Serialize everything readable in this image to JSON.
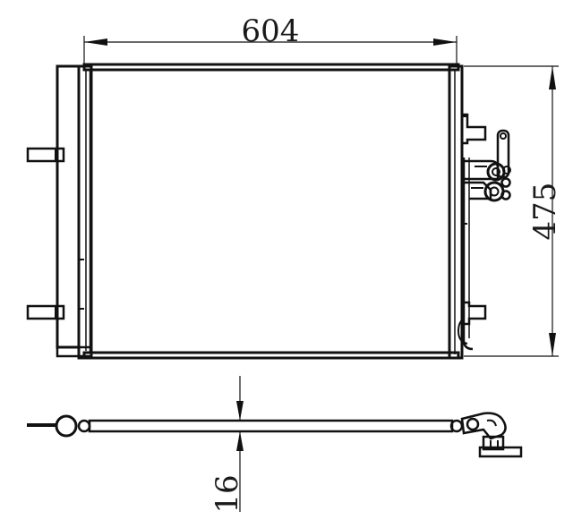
{
  "dimensions": {
    "width_label": "604",
    "height_label": "475",
    "thickness_label": "16"
  },
  "colors": {
    "line": "#111111",
    "background": "#ffffff"
  }
}
